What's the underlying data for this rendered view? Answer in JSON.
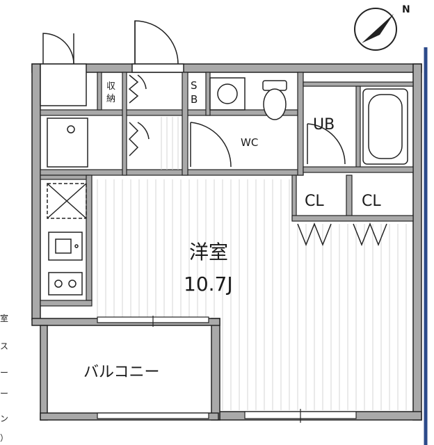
{
  "rooms": {
    "western_room": "洋室",
    "western_room_size": "10.7J",
    "wc": "WC",
    "unit_bath": "UB",
    "closet_left": "CL",
    "closet_right": "CL",
    "storage_line1": "収",
    "storage_line2": "納",
    "shoe_box_line1": "S",
    "shoe_box_line2": "B",
    "balcony": "バルコニー"
  },
  "compass": {
    "north_label": "N"
  },
  "left_edge_text": [
    "室",
    "ス",
    "ー",
    "ー",
    "ン",
    "）"
  ],
  "icons": [
    "compass-icon",
    "toilet-icon",
    "sink-icon",
    "bathtub-icon",
    "washer-icon",
    "stove-icon",
    "refrigerator-space-icon"
  ]
}
